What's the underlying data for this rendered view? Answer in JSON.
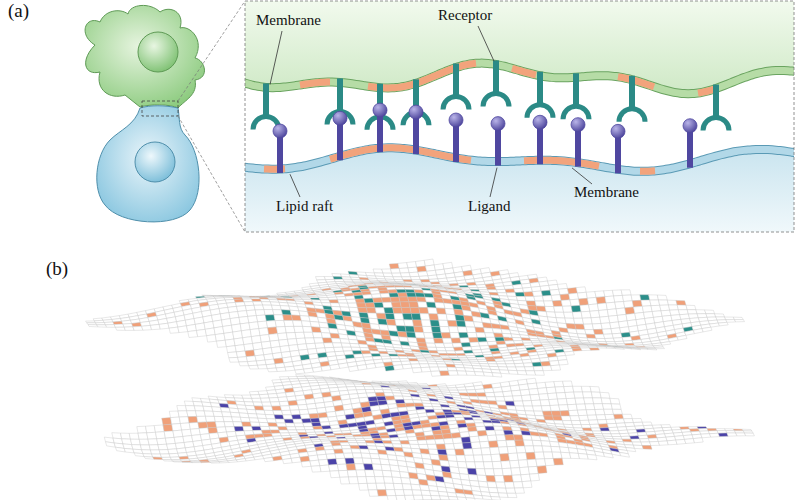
{
  "diagram": {
    "labels": [
      "(a)",
      "Membrane",
      "Receptor",
      "Lipid raft",
      "Ligand",
      "Membrane",
      "(b)"
    ]
  }
}
